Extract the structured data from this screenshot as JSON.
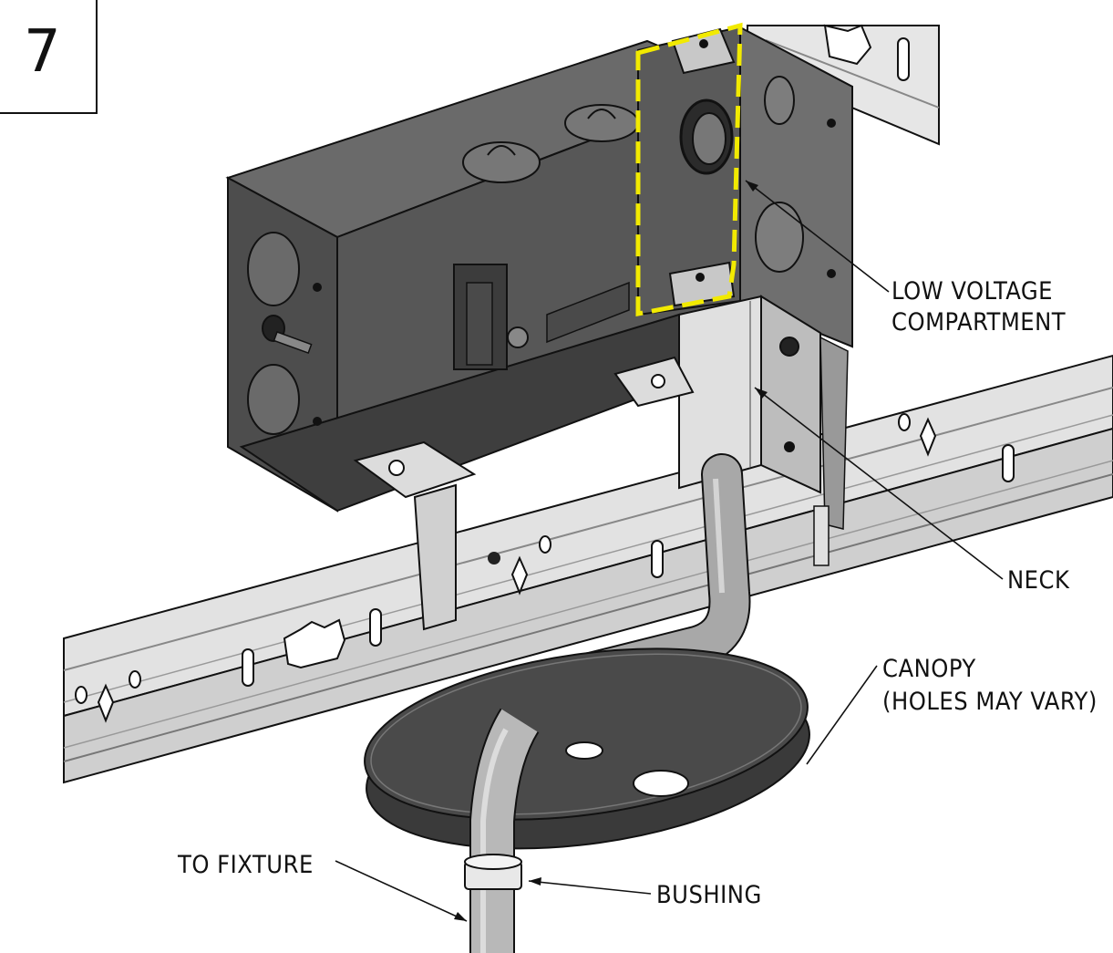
{
  "step_number": "7",
  "labels": {
    "low_voltage_1": "LOW VOLTAGE",
    "low_voltage_2": "COMPARTMENT",
    "neck": "NECK",
    "canopy_1": "CANOPY",
    "canopy_2": "(HOLES MAY VARY)",
    "to_fixture": "TO FIXTURE",
    "bushing": "BUSHING"
  },
  "colors": {
    "highlight": "#f2ea00",
    "box_dark": "#505050",
    "box_mid": "#6e6e6e",
    "metal_light": "#d8d8d8",
    "canopy": "#3c3c3c"
  }
}
